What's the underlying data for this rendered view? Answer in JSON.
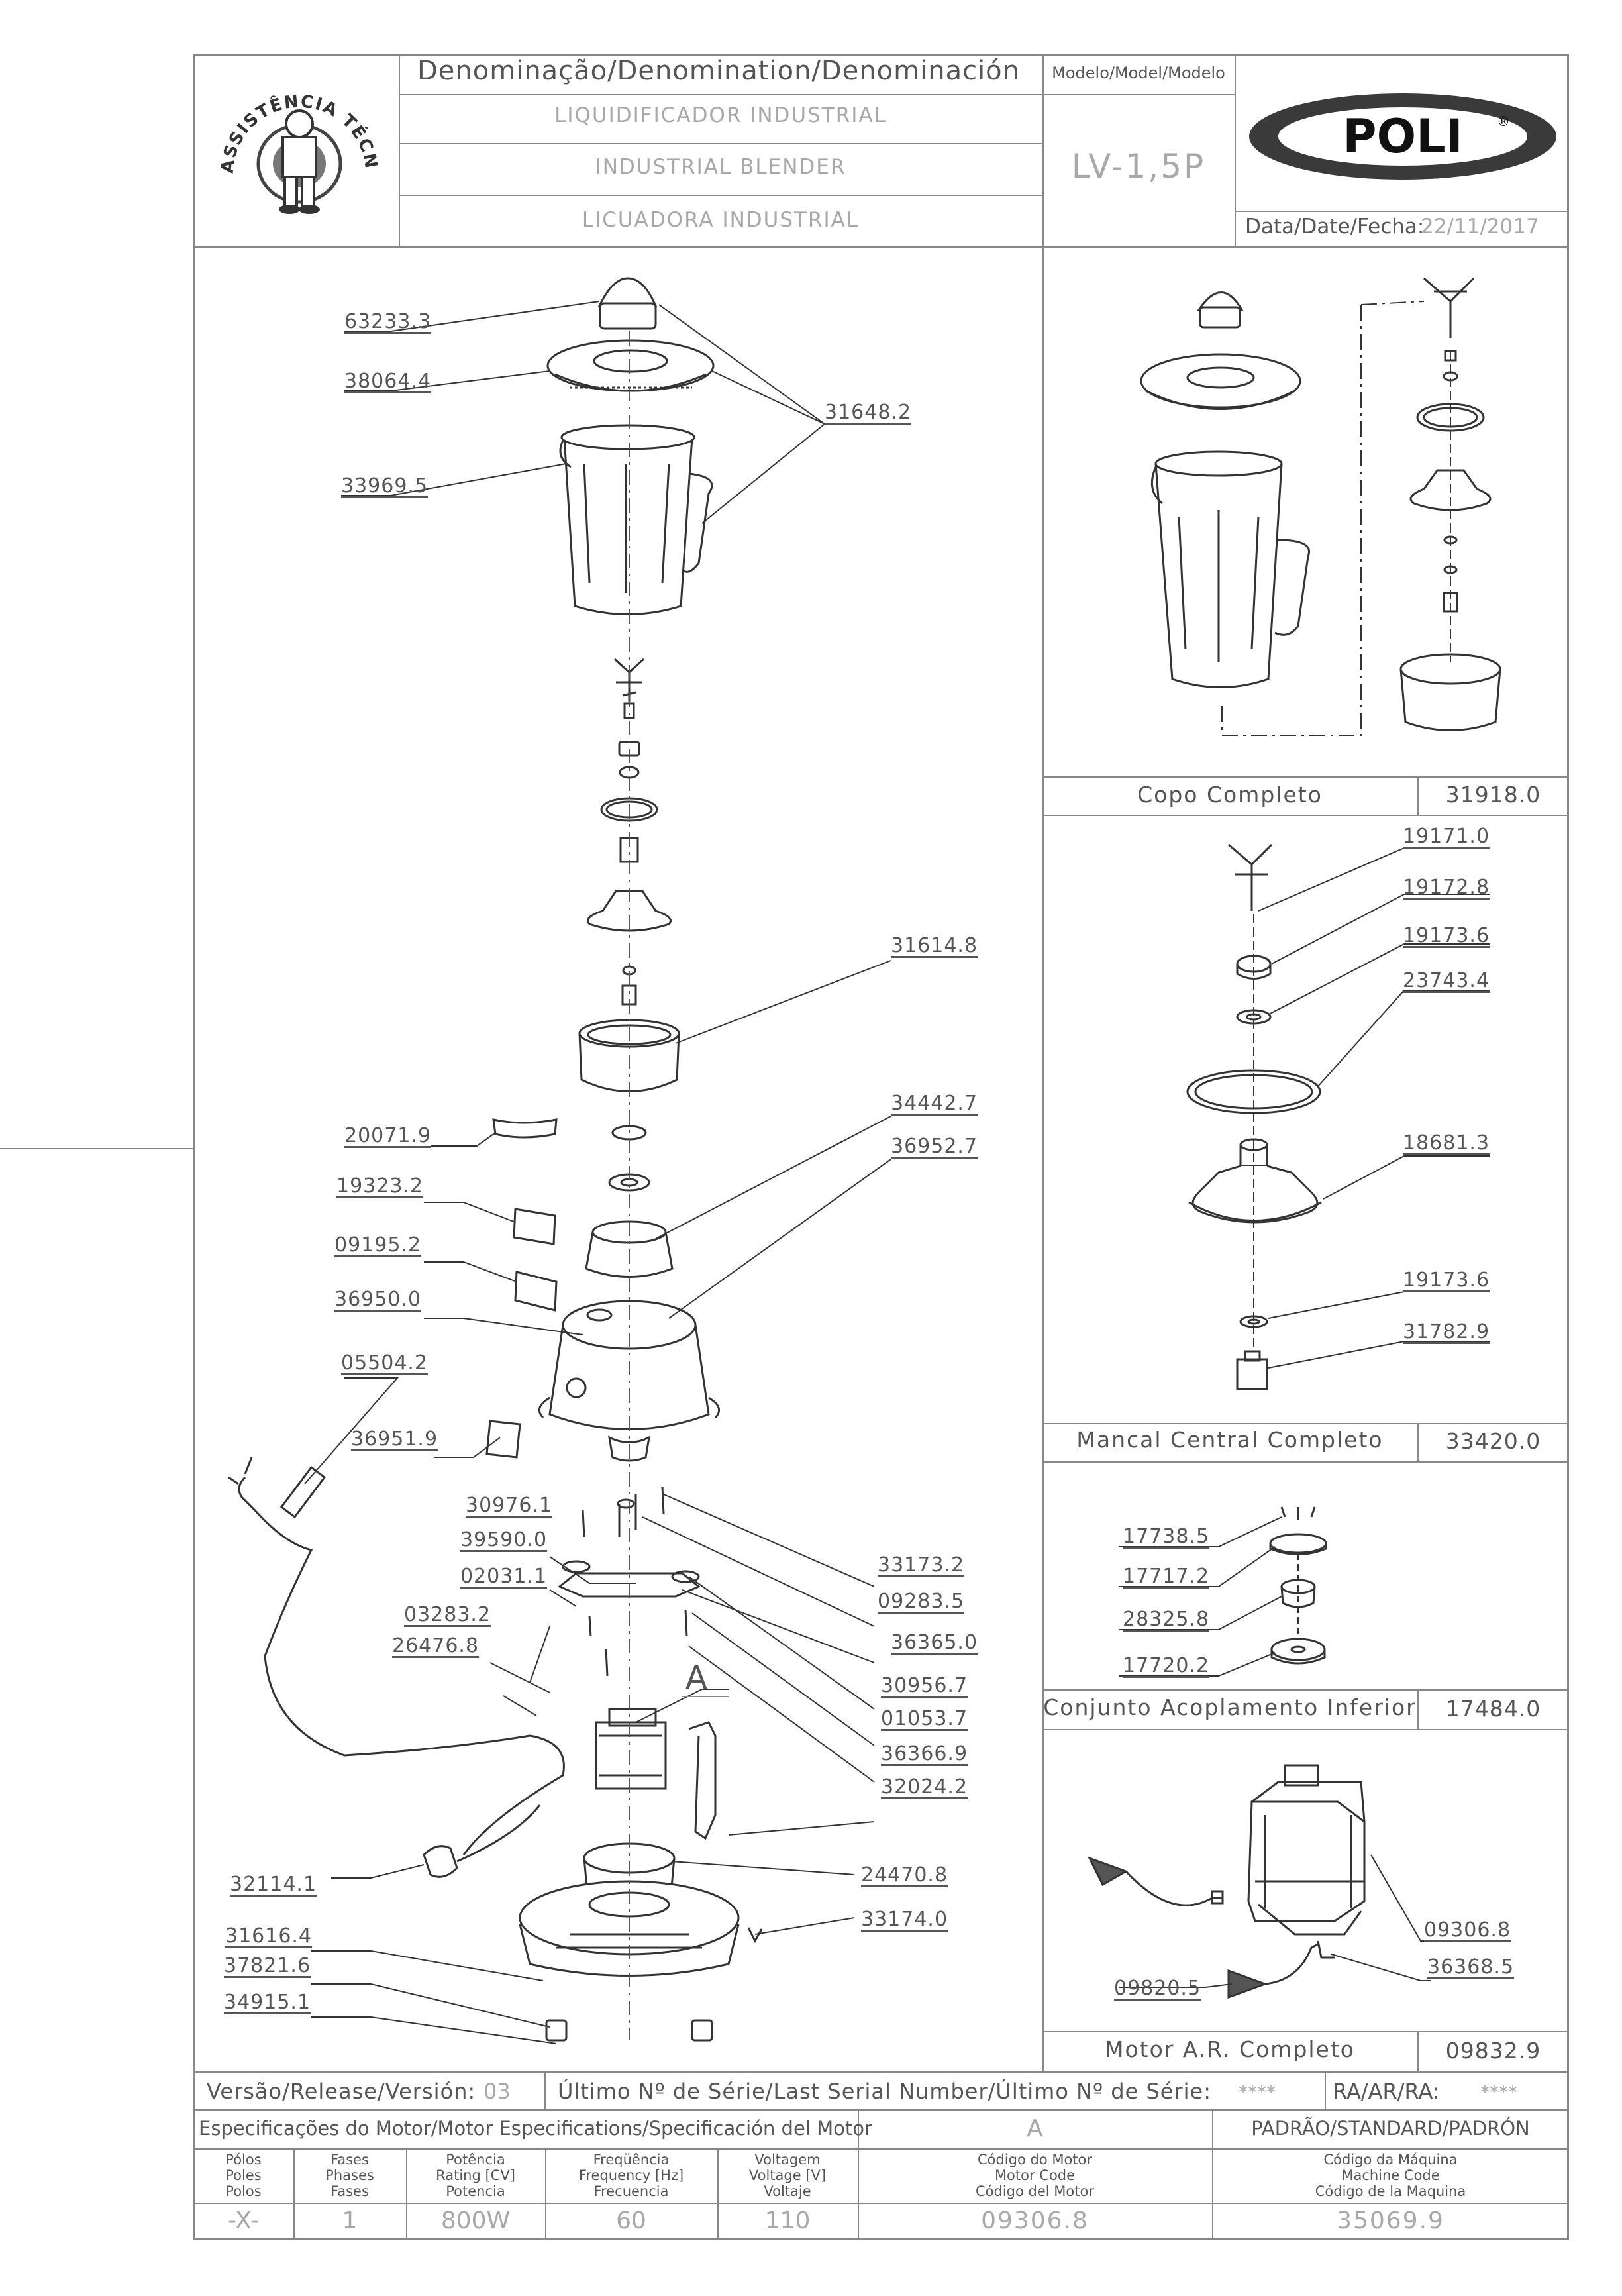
{
  "header": {
    "denomination_label": "Denominação/Denomination/Denominación",
    "name_pt": "LIQUIDIFICADOR INDUSTRIAL",
    "name_en": "INDUSTRIAL BLENDER",
    "name_es": "LICUADORA INDUSTRIAL",
    "model_label": "Modelo/Model/Modelo",
    "model_value": "LV-1,5P",
    "brand": "POLI",
    "date_label": "Data/Date/Fecha:",
    "date_value": "22/11/2017",
    "seal_text": "ASSISTÊNCIA TÉCNICA AUTORIZADA"
  },
  "main_parts": [
    {
      "code": "63233.3"
    },
    {
      "code": "38064.4"
    },
    {
      "code": "31648.2"
    },
    {
      "code": "33969.5"
    },
    {
      "code": "31614.8"
    },
    {
      "code": "20071.9"
    },
    {
      "code": "34442.7"
    },
    {
      "code": "36952.7"
    },
    {
      "code": "19323.2"
    },
    {
      "code": "09195.2"
    },
    {
      "code": "36950.0"
    },
    {
      "code": "05504.2"
    },
    {
      "code": "36951.9"
    },
    {
      "code": "30976.1"
    },
    {
      "code": "39590.0"
    },
    {
      "code": "02031.1"
    },
    {
      "code": "33173.2"
    },
    {
      "code": "09283.5"
    },
    {
      "code": "03283.2"
    },
    {
      "code": "36365.0"
    },
    {
      "code": "26476.8"
    },
    {
      "code": "30956.7"
    },
    {
      "code": "01053.7"
    },
    {
      "code": "36366.9"
    },
    {
      "code": "32024.2"
    },
    {
      "code": "32114.1"
    },
    {
      "code": "24470.8"
    },
    {
      "code": "33174.0"
    },
    {
      "code": "31616.4"
    },
    {
      "code": "37821.6"
    },
    {
      "code": "34915.1"
    }
  ],
  "detail_label_A": "A",
  "side_panels": {
    "copo": {
      "title": "Copo Completo",
      "code": "31918.0"
    },
    "mancal": {
      "title": "Mancal Central Completo",
      "code": "33420.0",
      "parts": [
        "19171.0",
        "19172.8",
        "19173.6",
        "23743.4",
        "18681.3",
        "19173.6",
        "31782.9"
      ]
    },
    "acoplamento": {
      "title": "Conjunto Acoplamento Inferior",
      "code": "17484.0",
      "parts": [
        "17738.5",
        "17717.2",
        "28325.8",
        "17720.2"
      ]
    },
    "motor": {
      "title": "Motor A.R. Completo",
      "code": "09832.9",
      "parts": [
        "09306.8",
        "36368.5",
        "09820.5"
      ]
    }
  },
  "footer": {
    "version_label": "Versão/Release/Versión:",
    "version_value": "03",
    "serial_label": "Último Nº de Série/Last Serial Number/Último Nº de Série:",
    "serial_value": "****",
    "ra_label": "RA/AR/RA:",
    "ra_value": "****",
    "motor_spec_label": "Especificações do Motor/Motor Especifications/Specificación del Motor",
    "motor_spec_value": "A",
    "standard_label": "PADRÃO/STANDARD/PADRÓN",
    "columns": [
      {
        "h1": "Pólos",
        "h2": "Poles",
        "h3": "Polos",
        "value": "-X-"
      },
      {
        "h1": "Fases",
        "h2": "Phases",
        "h3": "Fases",
        "value": "1"
      },
      {
        "h1": "Potência",
        "h2": "Rating [CV]",
        "h3": "Potencia",
        "value": "800W"
      },
      {
        "h1": "Freqüência",
        "h2": "Frequency [Hz]",
        "h3": "Frecuencia",
        "value": "60"
      },
      {
        "h1": "Voltagem",
        "h2": "Voltage [V]",
        "h3": "Voltaje",
        "value": "110"
      },
      {
        "h1": "Código do Motor",
        "h2": "Motor Code",
        "h3": "Código del Motor",
        "value": "09306.8"
      },
      {
        "h1": "Código da Máquina",
        "h2": "Machine Code",
        "h3": "Código de la Maquina",
        "value": "35069.9"
      }
    ]
  }
}
